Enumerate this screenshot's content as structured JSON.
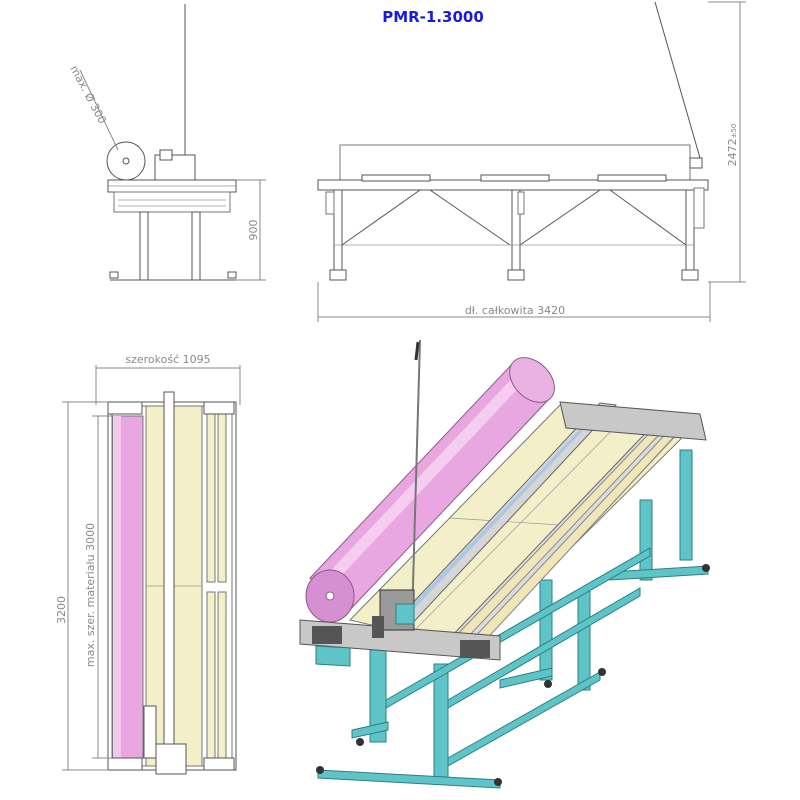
{
  "title": "PMR-1.3000",
  "dimensions": {
    "max_diameter": "max. Ø 300",
    "height_table": "900",
    "total_height": "2472",
    "total_height_tol": "±50",
    "total_length": "dł. całkowita 3420",
    "width": "szerokość 1095",
    "total_depth": "3200",
    "max_material_width": "max. szer. materiału 3000"
  },
  "colors": {
    "title": "#1a1adc",
    "frame_teal": "#5fc4c7",
    "roll_pink": "#e8a7e0",
    "table_yellow": "#f3efc8",
    "lines": "#8a8a8a"
  }
}
